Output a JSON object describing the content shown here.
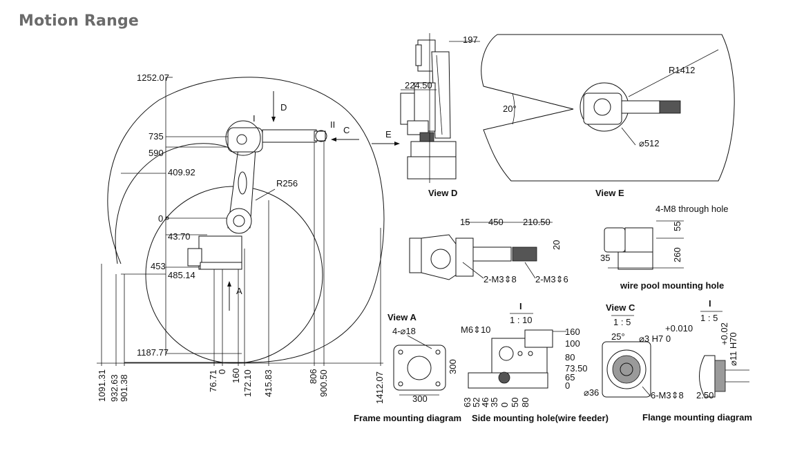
{
  "title": "Motion Range",
  "main_view": {
    "labels": {
      "top": "1252.07",
      "h735": "735",
      "h590": "590",
      "h409": "409.92",
      "zero": "0",
      "h43": "43.70",
      "h453": "453",
      "h485": "485.14",
      "bottom": "1187.77",
      "radius": "R256",
      "marker_i": "I",
      "marker_ii": "II",
      "arrow_d": "D",
      "arrow_c": "C",
      "arrow_e": "E",
      "arrow_a": "A"
    },
    "bottom_dims": [
      "1091.31",
      "932.63",
      "901.38",
      "76.71",
      "0",
      "160",
      "172.10",
      "415.83",
      "806",
      "900.50",
      "1412.07"
    ]
  },
  "view_d": {
    "caption": "View D",
    "dim_197": "197",
    "dim_224": "224.50"
  },
  "view_e": {
    "caption": "View E",
    "radius": "R1412",
    "angle": "20°",
    "diameter": "⌀512"
  },
  "top_view": {
    "dim_15": "15",
    "dim_450": "450",
    "dim_210": "210.50",
    "dim_20": "20",
    "hole1": "2-M3⇕8",
    "hole2": "2-M3⇕6"
  },
  "wire_pool": {
    "caption": "wire pool mounting hole",
    "holes": "4-M8 through hole",
    "dim_55": "55",
    "dim_260": "260",
    "dim_35": "35"
  },
  "view_a": {
    "caption": "View A",
    "holes": "4-⌀18",
    "dim_300_v": "300",
    "dim_300_h": "300"
  },
  "frame_caption": "Frame mounting diagram",
  "side_hole": {
    "caption": "Side mounting hole(wire feeder)",
    "scale_mark": "I",
    "scale": "1 : 10",
    "thread": "M6⇕10",
    "right_dims": [
      "160",
      "100",
      "80",
      "73.50",
      "65",
      "0"
    ],
    "bottom_dims": [
      "63",
      "52",
      "46",
      "35",
      "0",
      "50",
      "80"
    ]
  },
  "view_c": {
    "caption": "View C",
    "scale": "1 : 5",
    "angle": "25°",
    "pin": "⌀3 H7 0",
    "tol": "+0.010",
    "diameter": "⌀36",
    "holes": "6-M3⇕8"
  },
  "flange": {
    "scale_mark": "I",
    "scale": "1 : 5",
    "dim_250": "2.50",
    "bore": "⌀11 H70",
    "tol": "+0.02",
    "caption": "Flange mounting diagram"
  }
}
